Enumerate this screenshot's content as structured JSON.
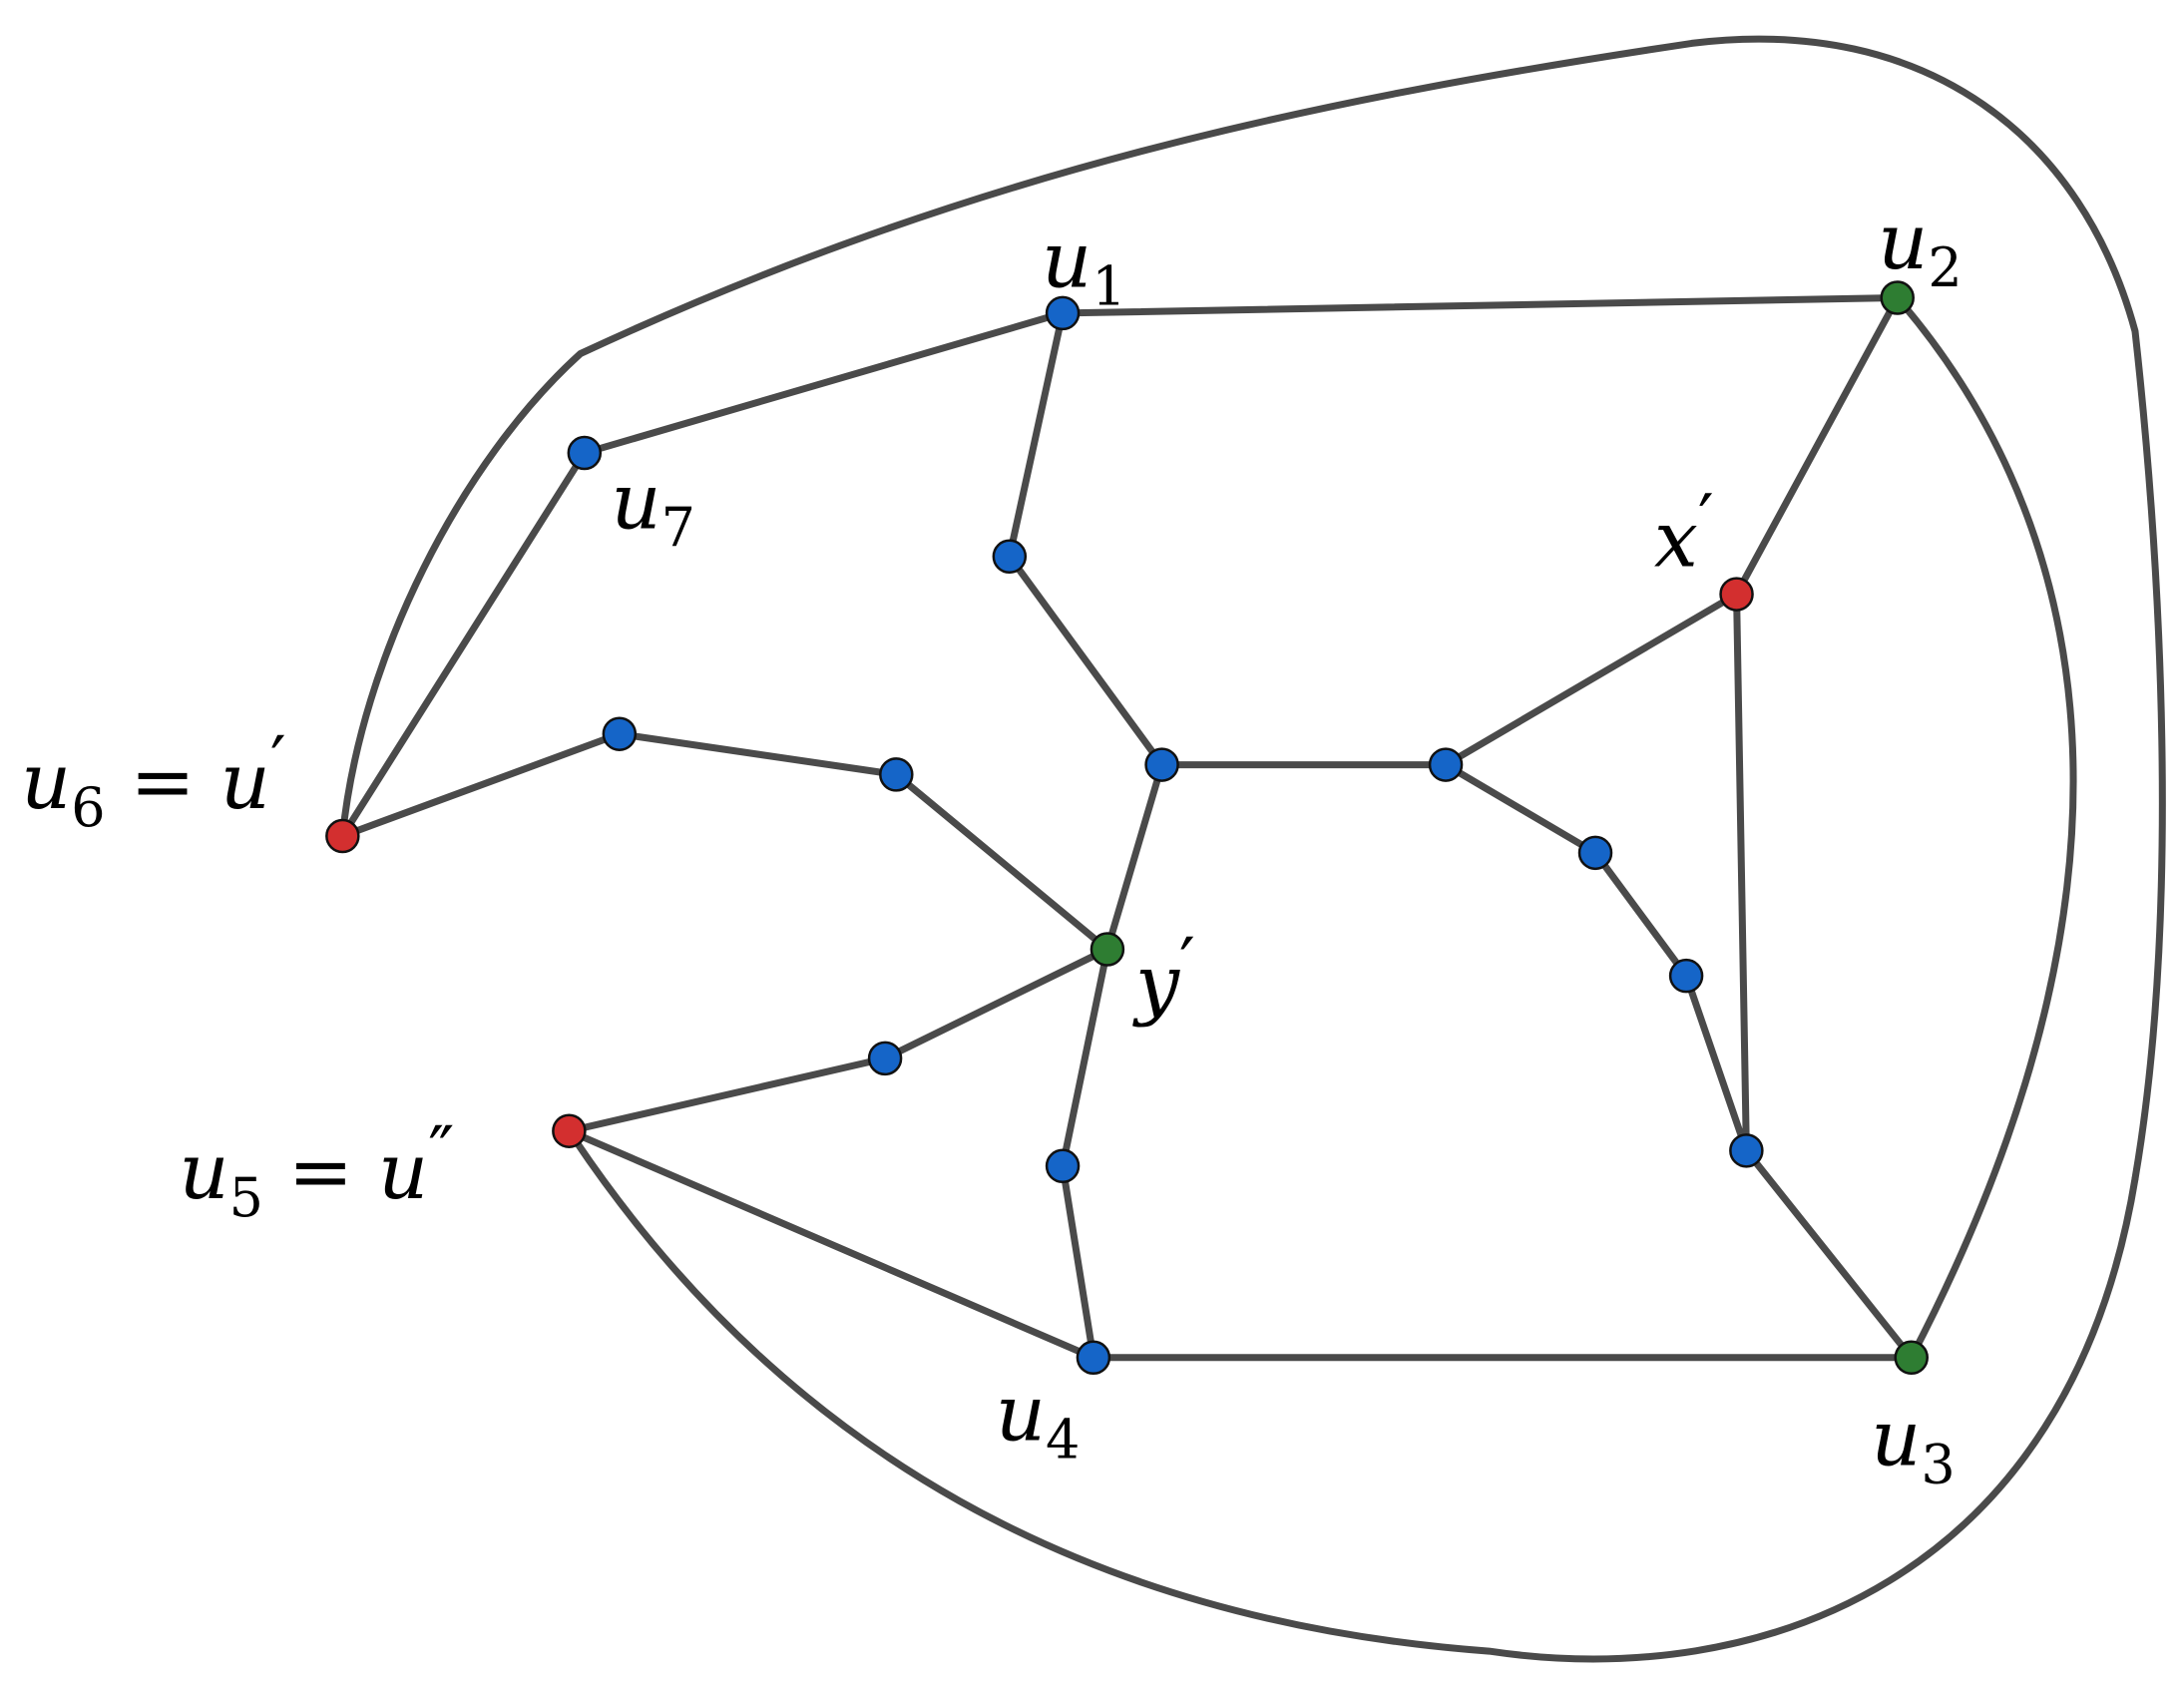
{
  "colors": {
    "edge": "#4a4a4a",
    "blue": "#1565c8",
    "green": "#2e7d32",
    "red": "#d32f2f"
  },
  "vertices": [
    {
      "id": "u1",
      "color": "blue",
      "label": {
        "base": "u",
        "sub": "1"
      }
    },
    {
      "id": "u2",
      "color": "green",
      "label": {
        "base": "u",
        "sub": "2"
      }
    },
    {
      "id": "u3",
      "color": "green",
      "label": {
        "base": "u",
        "sub": "3"
      }
    },
    {
      "id": "u4",
      "color": "blue",
      "label": {
        "base": "u",
        "sub": "4"
      }
    },
    {
      "id": "u5",
      "color": "red",
      "label": {
        "base": "u",
        "sub": "5",
        "eq": "=",
        "rhs": "u",
        "prime": "″"
      }
    },
    {
      "id": "u6",
      "color": "red",
      "label": {
        "base": "u",
        "sub": "6",
        "eq": "=",
        "rhs": "u",
        "prime": "′"
      }
    },
    {
      "id": "u7",
      "color": "blue",
      "label": {
        "base": "u",
        "sub": "7"
      }
    },
    {
      "id": "x",
      "color": "red",
      "label": {
        "base": "x",
        "prime": "′"
      }
    },
    {
      "id": "y",
      "color": "green",
      "label": {
        "base": "y",
        "prime": "′"
      }
    },
    {
      "id": "a1",
      "color": "blue"
    },
    {
      "id": "c1",
      "color": "blue"
    },
    {
      "id": "c2",
      "color": "blue"
    },
    {
      "id": "b1",
      "color": "blue"
    },
    {
      "id": "b2",
      "color": "blue"
    },
    {
      "id": "d1",
      "color": "blue"
    },
    {
      "id": "d2",
      "color": "blue"
    },
    {
      "id": "d3",
      "color": "blue"
    },
    {
      "id": "e1",
      "color": "blue"
    },
    {
      "id": "f1",
      "color": "blue"
    }
  ],
  "edges": [
    [
      "u1",
      "u2"
    ],
    [
      "u1",
      "u7"
    ],
    [
      "u1",
      "a1"
    ],
    [
      "a1",
      "c1"
    ],
    [
      "c1",
      "c2"
    ],
    [
      "c1",
      "y"
    ],
    [
      "c2",
      "x"
    ],
    [
      "c2",
      "d1"
    ],
    [
      "d1",
      "d2"
    ],
    [
      "d2",
      "d3"
    ],
    [
      "d3",
      "x"
    ],
    [
      "d3",
      "u3"
    ],
    [
      "x",
      "u2"
    ],
    [
      "u7",
      "u6"
    ],
    [
      "u6",
      "b1"
    ],
    [
      "b1",
      "b2"
    ],
    [
      "b2",
      "y"
    ],
    [
      "y",
      "e1"
    ],
    [
      "e1",
      "u5"
    ],
    [
      "y",
      "f1"
    ],
    [
      "f1",
      "u4"
    ],
    [
      "u4",
      "u3"
    ],
    [
      "u5",
      "u4"
    ],
    [
      "u2",
      "u3"
    ],
    [
      "u6",
      "u2"
    ],
    [
      "u5",
      "u3"
    ]
  ]
}
